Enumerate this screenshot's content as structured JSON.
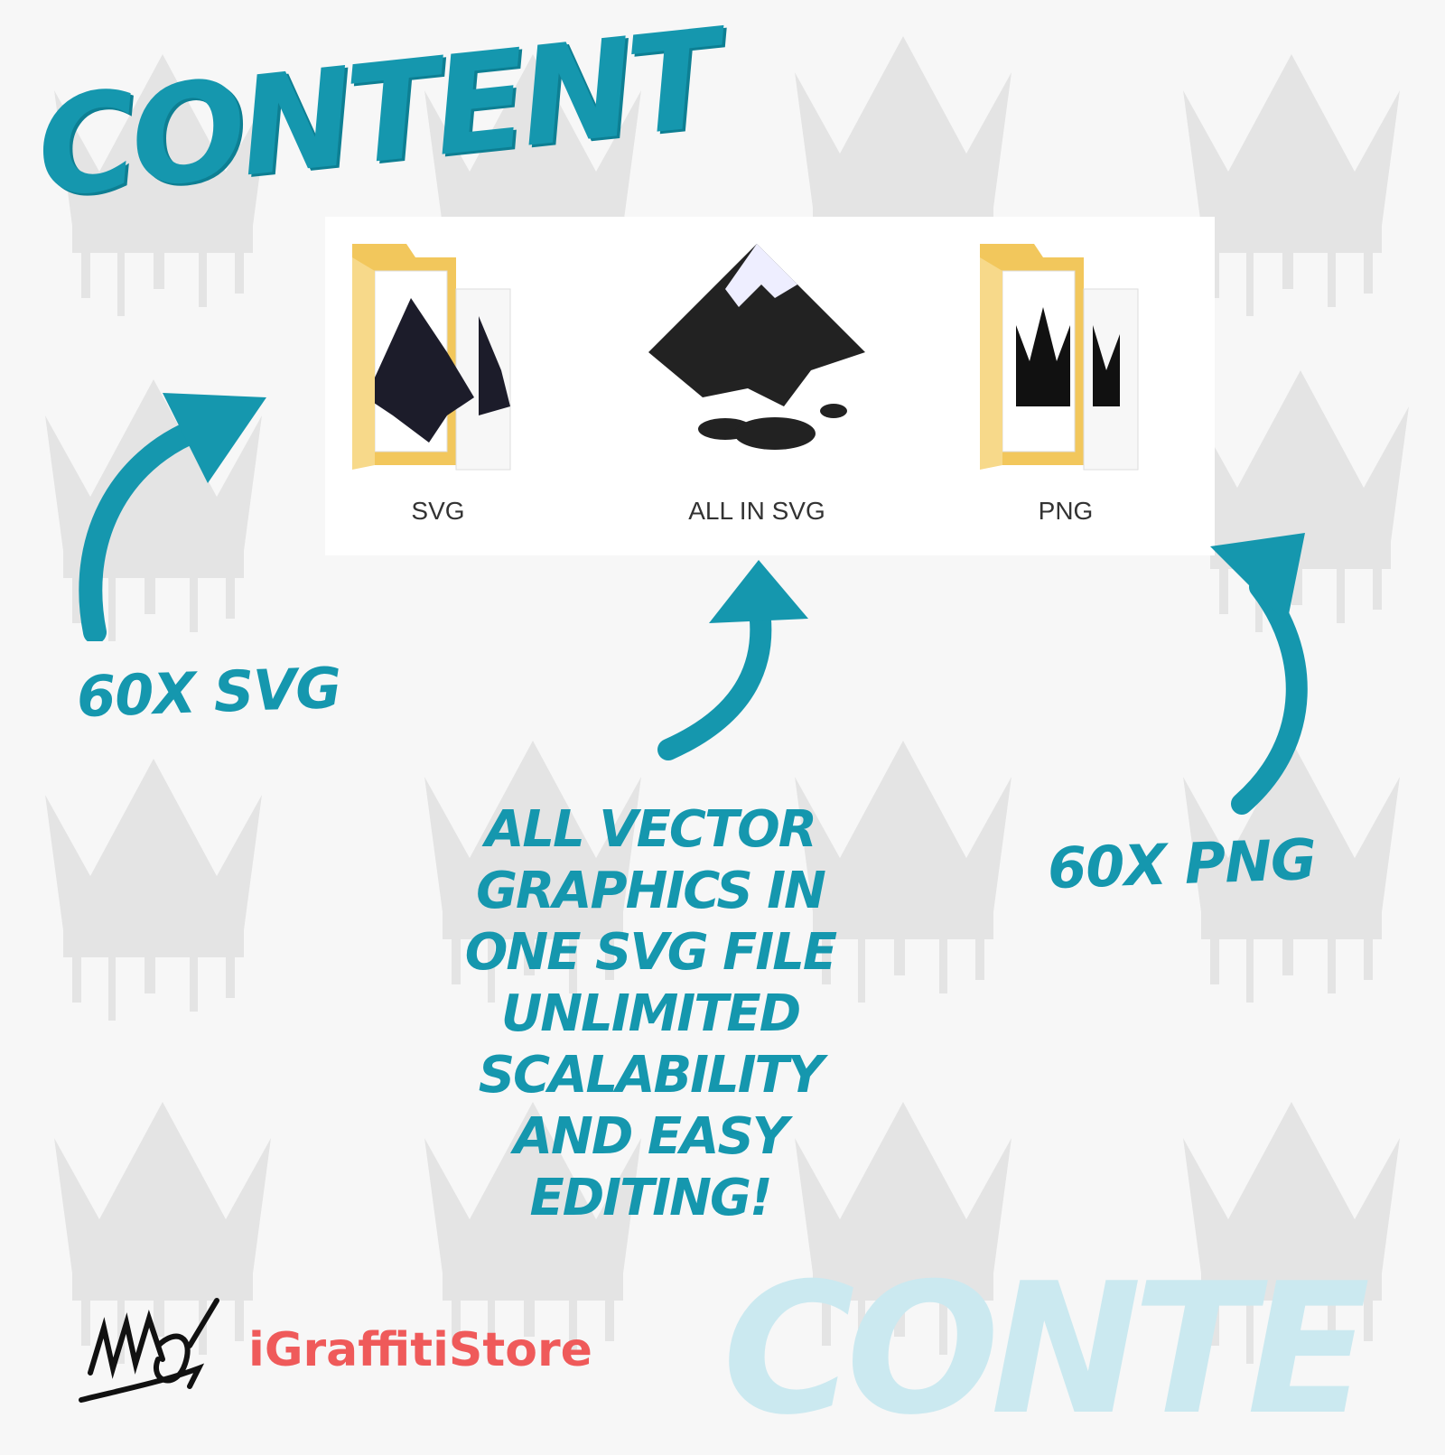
{
  "title": "CONTENT",
  "watermark_text": "CONTE",
  "files": [
    {
      "label": "SVG",
      "icon": "folder-svg-icon"
    },
    {
      "label": "ALL IN SVG",
      "icon": "inkscape-icon"
    },
    {
      "label": "PNG",
      "icon": "folder-png-icon"
    }
  ],
  "counts": {
    "svg": "60X SVG",
    "png": "60X PNG"
  },
  "description": [
    "ALL VECTOR",
    "GRAPHICS IN",
    "ONE SVG FILE",
    "UNLIMITED",
    "SCALABILITY",
    "AND EASY",
    "EDITING!"
  ],
  "brand": {
    "name": "iGraffitiStore",
    "signature": "MAZOS"
  },
  "colors": {
    "accent": "#1597ae",
    "brand": "#ef5a5a",
    "background_crowns": "#e3e3e3"
  }
}
